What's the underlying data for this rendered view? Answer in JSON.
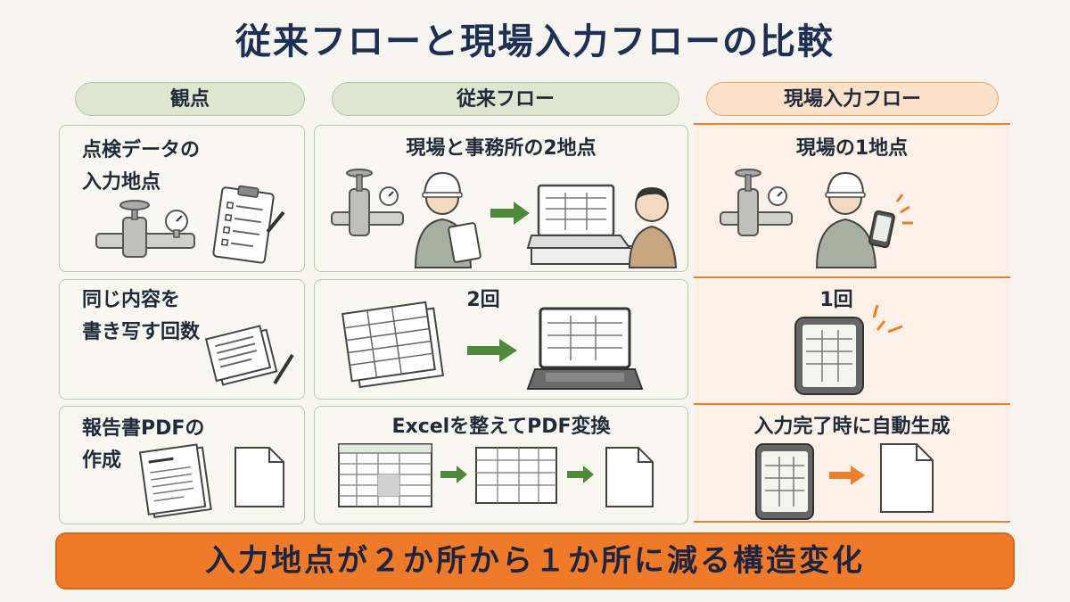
{
  "title": "従来フローと現場入力フローの比較",
  "headers": {
    "viewpoint": "観点",
    "conventional": "従来フロー",
    "onsite": "現場入力フロー"
  },
  "rows": [
    {
      "viewpoint_line1": "点検データの",
      "viewpoint_line2": "入力地点",
      "conventional": "現場と事務所の2地点",
      "onsite": "現場の1地点"
    },
    {
      "viewpoint_line1": "同じ内容を",
      "viewpoint_line2": "書き写す回数",
      "conventional": "2回",
      "onsite": "1回"
    },
    {
      "viewpoint_line1": "報告書PDFの",
      "viewpoint_line2": "作成",
      "conventional": "Excelを整えてPDF変換",
      "onsite": "入力完了時に自動生成"
    }
  ],
  "bottom_banner": "入力地点が２か所から１か所に減る構造変化",
  "colors": {
    "title": "#1d2f52",
    "green_border": "#bccca6",
    "orange_accent": "#ef7d2c",
    "arrow_green": "#4f8a3c",
    "arrow_orange": "#ef7d2c"
  }
}
